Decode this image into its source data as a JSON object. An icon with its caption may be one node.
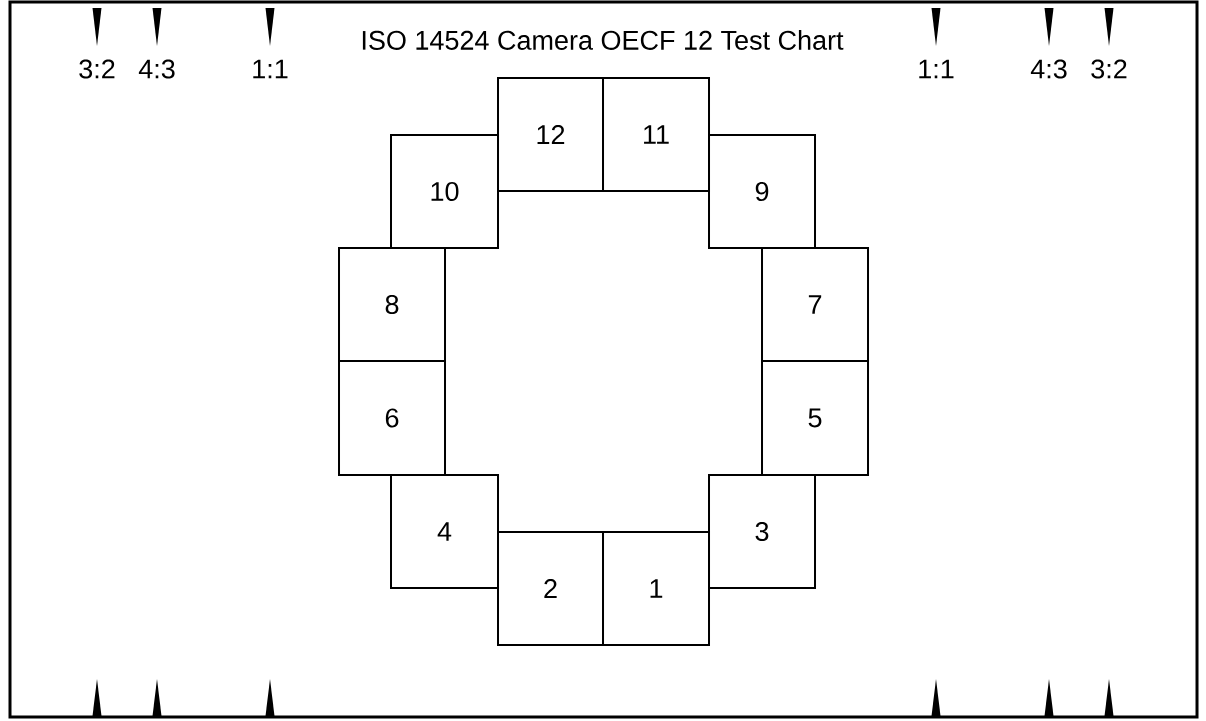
{
  "diagram": {
    "title": "ISO 14524 Camera OECF 12 Test Chart",
    "nodes": [
      {
        "text": [
          "12"
        ]
      },
      {
        "text": [
          "11"
        ]
      },
      {
        "text": [
          "10"
        ]
      },
      {
        "text": [
          "9"
        ]
      },
      {
        "text": [
          "8"
        ]
      },
      {
        "text": [
          "7"
        ]
      },
      {
        "text": [
          "6"
        ]
      },
      {
        "text": [
          "5"
        ]
      },
      {
        "text": [
          "4"
        ]
      },
      {
        "text": [
          "3"
        ]
      },
      {
        "text": [
          "2"
        ]
      },
      {
        "text": [
          "1"
        ]
      }
    ],
    "labels": [
      "3:2",
      "4:3",
      "1:1",
      "1:1",
      "4:3",
      "3:2"
    ]
  }
}
